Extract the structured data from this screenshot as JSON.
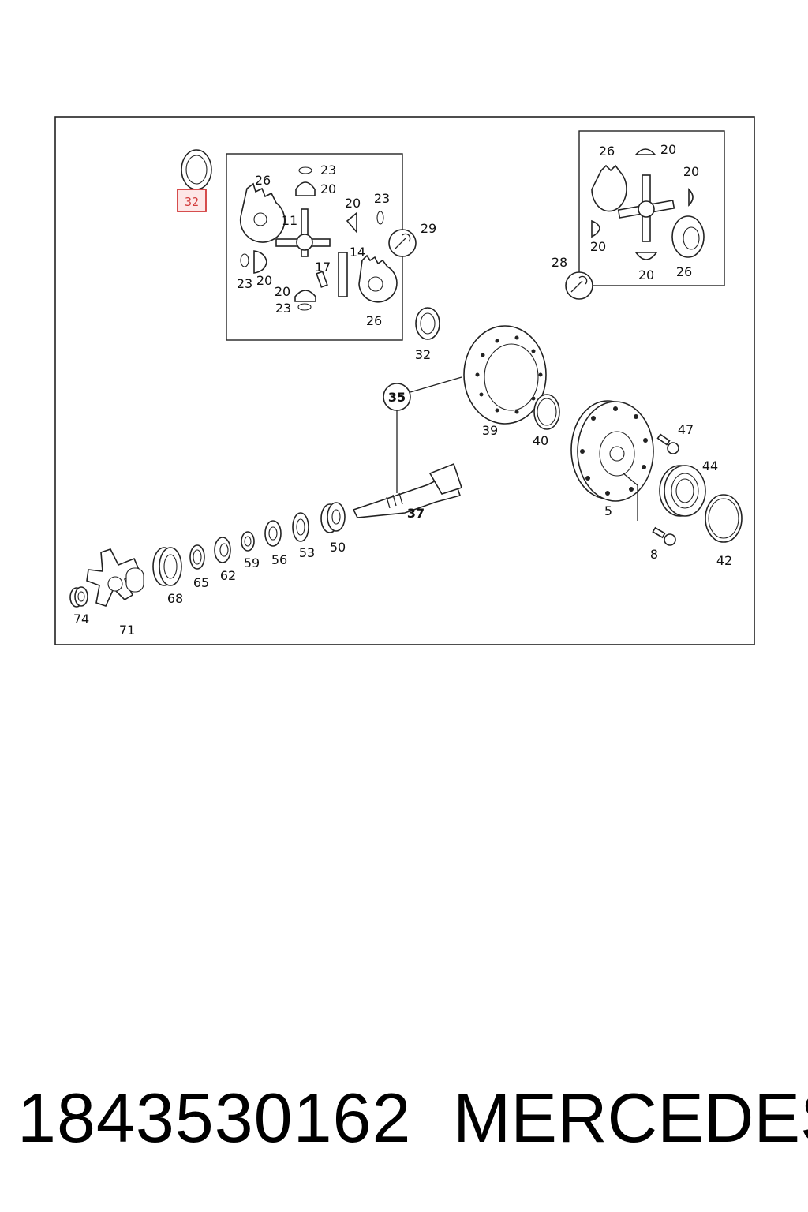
{
  "diagram": {
    "highlight_label": "32",
    "labels": {
      "inset1_26": "26",
      "inset1_23a": "23",
      "inset1_20a": "20",
      "inset1_11": "11",
      "inset1_20b": "20",
      "inset1_23b": "23",
      "inset1_14": "14",
      "inset1_17": "17",
      "inset1_23c": "23",
      "inset1_20c": "20",
      "inset1_20d": "20",
      "inset1_23d": "23",
      "inset1_26b": "26",
      "tool_29": "29",
      "tool_28": "28",
      "inset2_26a": "26",
      "inset2_20a": "20",
      "inset2_20b": "20",
      "inset2_20c": "20",
      "inset2_20d": "20",
      "inset2_26b": "26",
      "p32": "32",
      "p35": "35",
      "p39": "39",
      "p40": "40",
      "p47": "47",
      "p44": "44",
      "p5": "5",
      "p8": "8",
      "p42": "42",
      "p37": "37",
      "p50": "50",
      "p53": "53",
      "p56": "56",
      "p59": "59",
      "p62": "62",
      "p65": "65",
      "p68": "68",
      "p71": "71",
      "p74": "74"
    }
  },
  "footer": {
    "part_number": "1843530162",
    "brand": "MERCEDES"
  }
}
